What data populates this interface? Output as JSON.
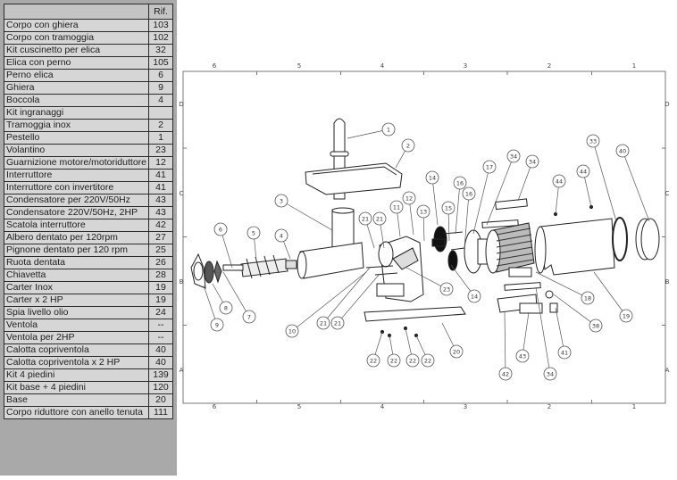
{
  "parts_table": {
    "header": {
      "name": "",
      "ref": "Rif."
    },
    "rows": [
      {
        "name": "Corpo con ghiera",
        "ref": "103"
      },
      {
        "name": "Corpo con tramoggia",
        "ref": "102"
      },
      {
        "name": "Kit cuscinetto per elica",
        "ref": "32"
      },
      {
        "name": "Elica con perno",
        "ref": "105"
      },
      {
        "name": "Perno elica",
        "ref": "6"
      },
      {
        "name": "Ghiera",
        "ref": "9"
      },
      {
        "name": "Boccola",
        "ref": "4"
      },
      {
        "name": "Kit ingranaggi",
        "ref": ""
      },
      {
        "name": "Tramoggia inox",
        "ref": "2"
      },
      {
        "name": "Pestello",
        "ref": "1"
      },
      {
        "name": "Volantino",
        "ref": "23"
      },
      {
        "name": "Guarnizione motore/motoriduttore",
        "ref": "12"
      },
      {
        "name": "Interruttore",
        "ref": "41"
      },
      {
        "name": "Interruttore con invertitore",
        "ref": "41"
      },
      {
        "name": "Condensatore per 220V/50Hz",
        "ref": "43"
      },
      {
        "name": "Condensatore 220V/50Hz, 2HP",
        "ref": "43"
      },
      {
        "name": "Scatola interruttore",
        "ref": "42"
      },
      {
        "name": "Albero dentato per 120rpm",
        "ref": "27"
      },
      {
        "name": "Pignone dentato per 120 rpm",
        "ref": "25"
      },
      {
        "name": "Ruota dentata",
        "ref": "26"
      },
      {
        "name": "Chiavetta",
        "ref": "28"
      },
      {
        "name": "Carter Inox",
        "ref": "19"
      },
      {
        "name": "Carter x  2 HP",
        "ref": "19"
      },
      {
        "name": "Spia livello olio",
        "ref": "24"
      },
      {
        "name": "Ventola",
        "ref": "--"
      },
      {
        "name": "Ventola per 2HP",
        "ref": "--"
      },
      {
        "name": "Calotta copriventola",
        "ref": "40"
      },
      {
        "name": "Calotta copriventola x 2 HP",
        "ref": "40"
      },
      {
        "name": "Kit 4 piedini",
        "ref": "139"
      },
      {
        "name": "Kit base + 4 piedini",
        "ref": "120"
      },
      {
        "name": "Base",
        "ref": "20"
      },
      {
        "name": "Corpo riduttore con anello tenuta",
        "ref": "111"
      }
    ]
  },
  "drawing": {
    "column_labels": [
      "6",
      "5",
      "4",
      "3",
      "2",
      "1"
    ],
    "row_labels": [
      "D",
      "C",
      "B",
      "A"
    ],
    "callouts": [
      "1",
      "2",
      "3",
      "6",
      "5",
      "4",
      "21",
      "21",
      "11",
      "12",
      "13",
      "14",
      "16",
      "15",
      "16",
      "17",
      "34",
      "34",
      "44",
      "44",
      "33",
      "40",
      "9",
      "8",
      "7",
      "10",
      "21",
      "21",
      "23",
      "14",
      "18",
      "19",
      "38",
      "41",
      "43",
      "42",
      "34",
      "20",
      "22",
      "22",
      "22",
      "22"
    ]
  }
}
